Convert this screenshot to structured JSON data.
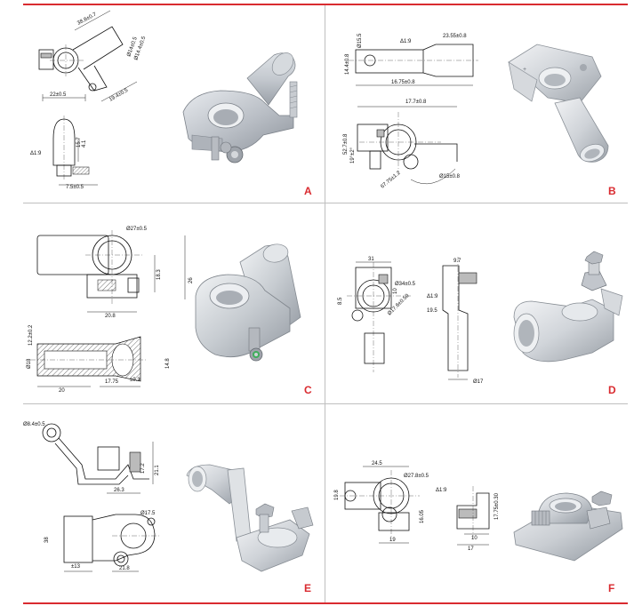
{
  "colors": {
    "accent": "#d92b30",
    "grid": "#bfbfbf",
    "metal": "#c9cdd2"
  },
  "panels": [
    {
      "id": "A",
      "label": "A",
      "dims": [
        "38.8±0.7",
        "Ø14±0.5",
        "Ø14.4±0.5",
        "19.4±0.5",
        "22±0.5",
        "Δ1:9",
        "7.5±0.5",
        "15.7",
        "4.1"
      ]
    },
    {
      "id": "B",
      "label": "B",
      "dims": [
        "Δ1:9",
        "23.55±0.8",
        "14.4±0.8",
        "67.75±1.2",
        "16.75±0.8",
        "17.7±0.8",
        "52.7±0.8",
        "19°±2°",
        "Ø15±0.8",
        "Ø15.5"
      ]
    },
    {
      "id": "C",
      "label": "C",
      "dims": [
        "Ø27±0.5",
        "18.3",
        "26",
        "20.8",
        "12.2±0.2",
        "Ø18",
        "20",
        "17.75",
        "14.8",
        "±0.3"
      ]
    },
    {
      "id": "D",
      "label": "D",
      "dims": [
        "31",
        "Ø34±0.5",
        "8.5",
        "10",
        "Ø17.6±0.50",
        "Δ1:9",
        "9.7",
        "19.5",
        "Ø17"
      ]
    },
    {
      "id": "E",
      "label": "E",
      "dims": [
        "Ø8.4±0.5",
        "26.3",
        "17.2",
        "21.1",
        "Ø17.5",
        "38",
        "±13",
        "21.8"
      ]
    },
    {
      "id": "F",
      "label": "F",
      "dims": [
        "24.5",
        "Ø27.8±0.5",
        "19.8",
        "16.05",
        "19",
        "Δ1:9",
        "17.75±0.30",
        "10",
        "17"
      ]
    }
  ]
}
